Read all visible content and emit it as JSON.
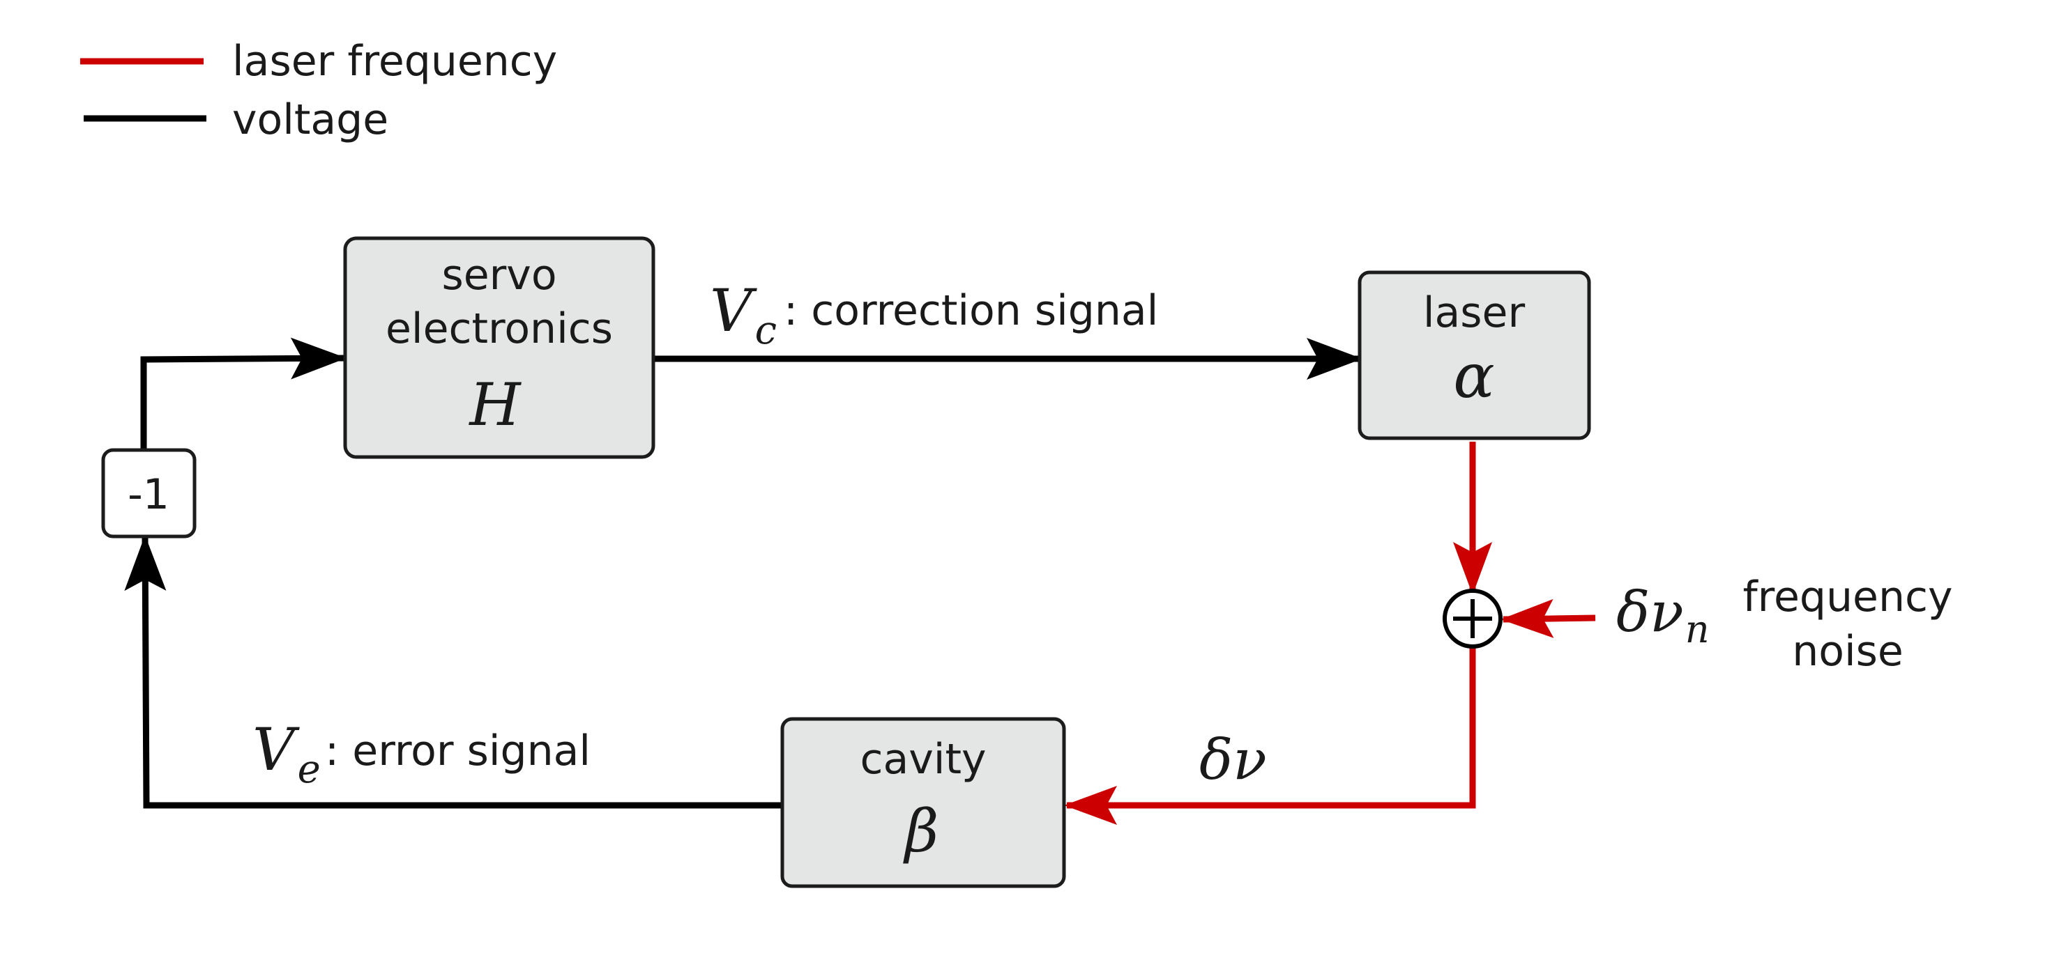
{
  "legend": {
    "items": [
      {
        "label": "laser frequency",
        "color": "#cc0000"
      },
      {
        "label": "voltage",
        "color": "#000000"
      }
    ]
  },
  "blocks": {
    "servo": {
      "line1": "servo",
      "line2": "electronics",
      "symbol": "H"
    },
    "laser": {
      "line1": "laser",
      "symbol": "α"
    },
    "cavity": {
      "line1": "cavity",
      "symbol": "β"
    },
    "inverter": {
      "label": "-1"
    }
  },
  "signals": {
    "correction": {
      "symbol": "V",
      "subscript": "c",
      "text": ": correction signal"
    },
    "error": {
      "symbol": "V",
      "subscript": "e",
      "text": ": error signal"
    },
    "freq_deviation": {
      "symbol": "δν"
    },
    "noise": {
      "symbol": "δν",
      "subscript": "n",
      "text_line1": "frequency",
      "text_line2": "noise"
    }
  },
  "summing_junction": {
    "symbol": "+"
  }
}
